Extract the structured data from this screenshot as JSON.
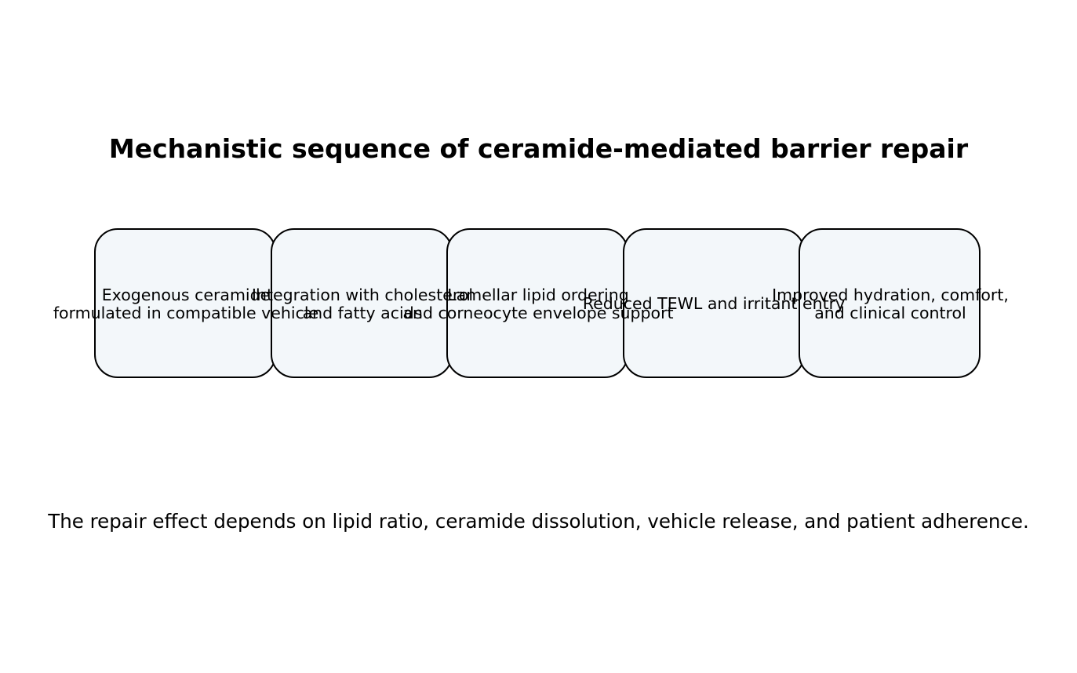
{
  "title": "Mechanistic sequence of ceramide-mediated barrier repair",
  "steps": [
    {
      "label": "Exogenous ceramide\nformulated in compatible vehicle"
    },
    {
      "label": "Integration with cholesterol\nand fatty acids"
    },
    {
      "label": "Lamellar lipid ordering\nand corneocyte envelope support"
    },
    {
      "label": "Reduced TEWL and irritant entry"
    },
    {
      "label": "Improved hydration, comfort,\nand clinical control"
    }
  ],
  "footnote": "The repair effect depends on lipid ratio, ceramide dissolution, vehicle release, and patient adherence.",
  "colors": {
    "box_fill": "#f3f7fa",
    "box_stroke": "#000000",
    "text": "#000000"
  }
}
